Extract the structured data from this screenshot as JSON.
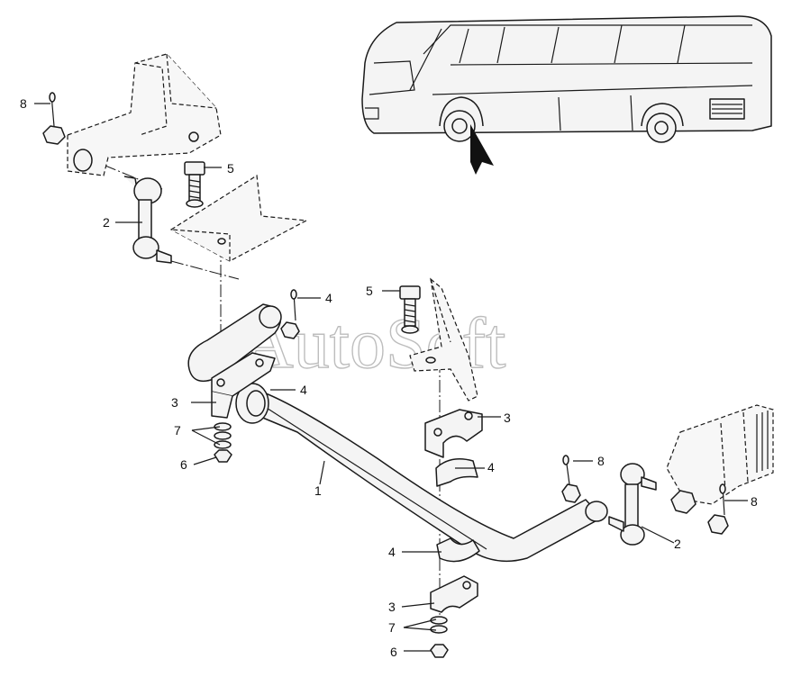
{
  "watermark": "AutoSoft",
  "callouts": [
    {
      "id": "c8a",
      "label": "8"
    },
    {
      "id": "c5a",
      "label": "5"
    },
    {
      "id": "c2a",
      "label": "2"
    },
    {
      "id": "c4a",
      "label": "4"
    },
    {
      "id": "c5b",
      "label": "5"
    },
    {
      "id": "c3a",
      "label": "3"
    },
    {
      "id": "c4b",
      "label": "4"
    },
    {
      "id": "c7a",
      "label": "7"
    },
    {
      "id": "c6a",
      "label": "6"
    },
    {
      "id": "c1",
      "label": "1"
    },
    {
      "id": "c3b",
      "label": "3"
    },
    {
      "id": "c4c",
      "label": "4"
    },
    {
      "id": "c8b",
      "label": "8"
    },
    {
      "id": "c8c",
      "label": "8"
    },
    {
      "id": "c2b",
      "label": "2"
    },
    {
      "id": "c4d",
      "label": "4"
    },
    {
      "id": "c3c",
      "label": "3"
    },
    {
      "id": "c7b",
      "label": "7"
    },
    {
      "id": "c6b",
      "label": "6"
    }
  ],
  "icons": {
    "bus": "bus-illustration",
    "arrow": "location-arrow-icon"
  }
}
